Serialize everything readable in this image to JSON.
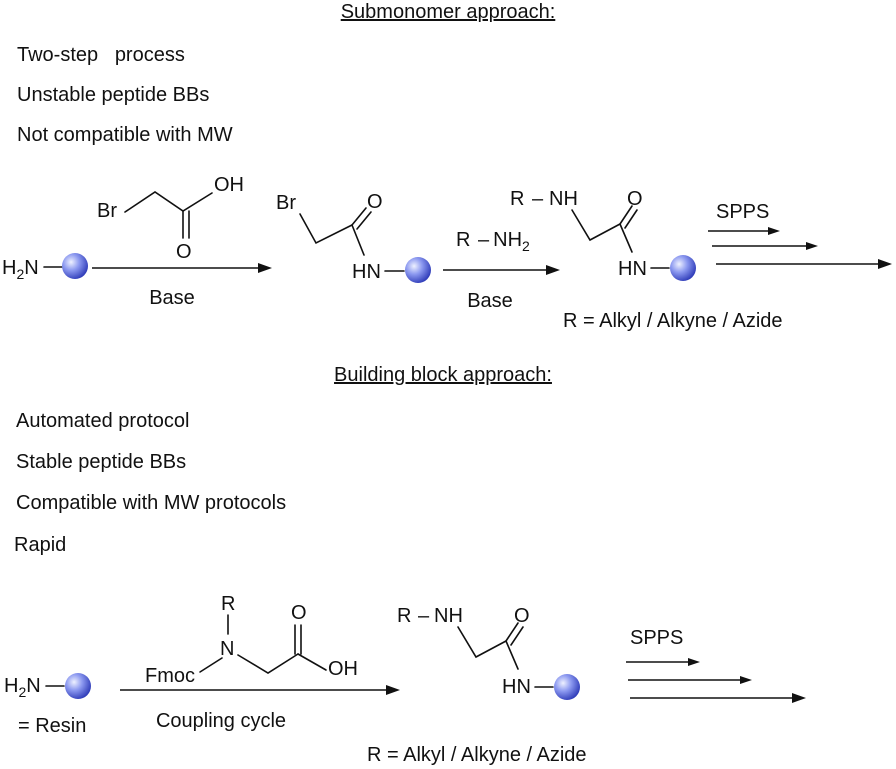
{
  "sections": {
    "submonomer": {
      "heading": "Submonomer approach:",
      "notes": [
        "Two-step   process",
        "Unstable peptide BBs",
        "Not compatible with MW"
      ],
      "reagent1_label": "Base",
      "reagent2_label": "Base",
      "r_definition": "R = Alkyl / Alkyne / Azide",
      "spps_label": "SPPS"
    },
    "building_block": {
      "heading": "Building block approach:",
      "notes": [
        "Automated protocol",
        "Stable peptide BBs",
        "Compatible with MW protocols",
        "Rapid"
      ],
      "resin_label": "= Resin",
      "coupling_label": "Coupling cycle",
      "r_definition": "R = Alkyl / Alkyne / Azide",
      "spps_label": "SPPS"
    }
  },
  "atoms": {
    "h2n": "H2N",
    "br": "Br",
    "oh": "OH",
    "o": "O",
    "hn": "HN",
    "r": "R",
    "nh": "NH",
    "nh2": "NH2",
    "n": "N",
    "fmoc": "Fmoc"
  },
  "colors": {
    "resin_bead": "#6f7fe6",
    "resin_highlight": "#e8ecff",
    "ink": "#111111"
  },
  "icons": {
    "resin": "resin-bead-icon"
  }
}
